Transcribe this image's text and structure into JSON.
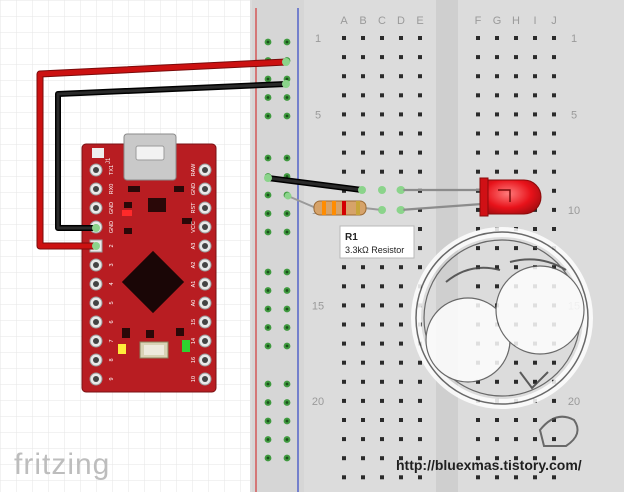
{
  "app": {
    "logo_text": "fritzing"
  },
  "breadboard": {
    "columns_left": [
      "A",
      "B",
      "C",
      "D",
      "E"
    ],
    "columns_right": [
      "F",
      "G",
      "H",
      "I",
      "J"
    ],
    "row_numbers": [
      "1",
      "5",
      "10",
      "15",
      "20"
    ]
  },
  "pro_micro": {
    "label_j1": "J1",
    "left_pins": [
      "TX1",
      "RX0",
      "GND",
      "GND",
      "2",
      "3",
      "4",
      "5",
      "6",
      "7",
      "8",
      "9"
    ],
    "right_pins": [
      "RAW",
      "GND",
      "RST",
      "VCC",
      "A3",
      "A2",
      "A1",
      "A0",
      "15",
      "14",
      "16",
      "10"
    ]
  },
  "resistor_tooltip": {
    "title": "R1",
    "subtitle": "3.3kΩ  Resistor"
  },
  "watermark": {
    "url": "http://bluexmas.tistory.com/"
  },
  "colors": {
    "board_red": "#b81d22",
    "breadboard_bg": "#dddddd",
    "wire_red": "#cc1111",
    "wire_black": "#111111",
    "led": "#e8121a",
    "rail_red": "#d23a3a",
    "rail_blue": "#3447c6"
  }
}
